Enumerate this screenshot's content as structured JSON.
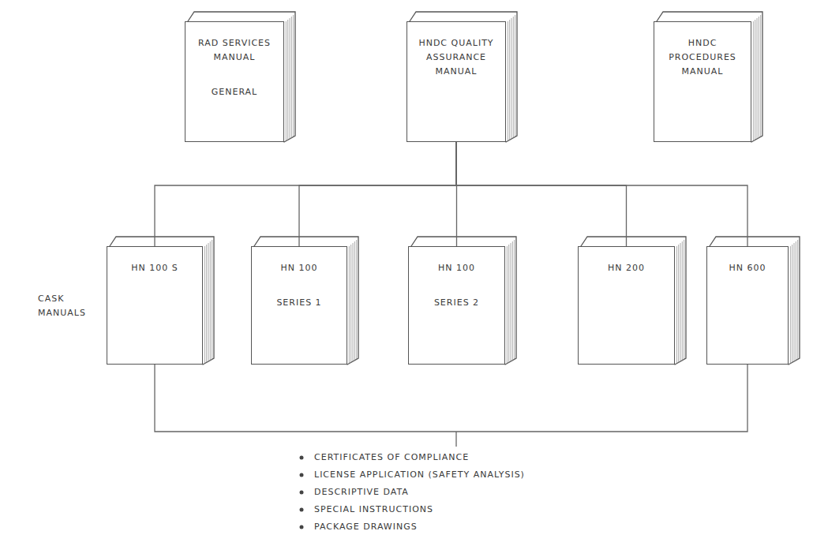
{
  "diagram": {
    "nodes": [
      {
        "text": [
          "RAD SERVICES MANUAL",
          "GENERAL"
        ]
      },
      {
        "text": [
          "HNDC QUALITY ASSURANCE MANUAL"
        ]
      },
      {
        "text": [
          "HNDC PROCEDURES MANUAL"
        ]
      },
      {
        "text": [
          "HN 100 S"
        ]
      },
      {
        "text": [
          "HN 100",
          "SERIES 1"
        ]
      },
      {
        "text": [
          "HN 100",
          "SERIES 2"
        ]
      },
      {
        "text": [
          "HN 200"
        ]
      },
      {
        "text": [
          "HN 600"
        ]
      }
    ],
    "edges": [
      {
        "from": 1,
        "to": 3,
        "arrow": "none"
      },
      {
        "from": 1,
        "to": 4,
        "arrow": "none"
      },
      {
        "from": 1,
        "to": 5,
        "arrow": "none"
      },
      {
        "from": 1,
        "to": 6,
        "arrow": "none"
      },
      {
        "from": 1,
        "to": 7,
        "arrow": "none"
      }
    ],
    "labels": [
      "CASK MANUALS",
      "CERTIFICATES OF COMPLIANCE",
      "LICENSE APPLICATION (SAFETY ANALYSIS)",
      "DESCRIPTIVE DATA",
      "SPECIAL INSTRUCTIONS",
      "PACKAGE DRAWINGS"
    ]
  }
}
